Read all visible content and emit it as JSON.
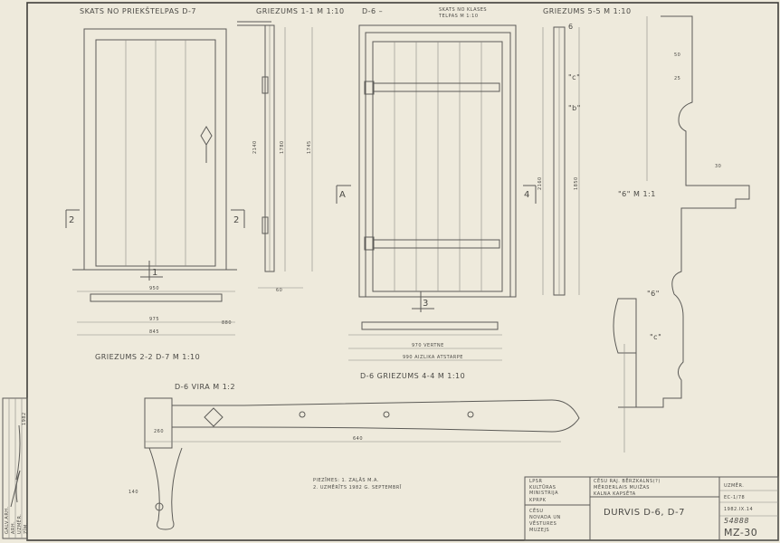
{
  "titles": {
    "view_d7": "SKATS NO PRIEKŠTELPAS D-7",
    "section_1_1": "GRIEZUMS 1-1 M 1:10",
    "d6_prefix": "D-6 –",
    "view_d6_line1": "SKATS NO KLASES",
    "view_d6_line2": "TELPAS M 1:10",
    "section_5_5": "GRIEZUMS 5-5 M 1:10",
    "section_2_2": "GRIEZUMS 2-2 D-7 M 1:10",
    "section_4_4": "D-6 GRIEZUMS 4-4 M 1:10",
    "hinge": "D-6 VIRA M 1:2",
    "detail_6": "\"6\" M 1:1"
  },
  "markers": {
    "m1": "1",
    "m2": "2",
    "m3": "3",
    "m4": "4",
    "mA": "A",
    "m6": "6",
    "mb": "\"b\"",
    "mc": "\"c\"",
    "m6b": "\"6\""
  },
  "dimensions": {
    "d_2140": "2140",
    "d_1780": "1780",
    "d_1745": "1745",
    "d_975": "975",
    "d_950": "950",
    "d_845": "845",
    "d_2160": "2160",
    "d_1850": "1850",
    "d_60": "60",
    "d_880": "880",
    "d_640": "640",
    "d_260": "260",
    "d_140": "140",
    "d_50": "50",
    "d_25": "25",
    "d_30": "30",
    "d_970": "970 VERTNE",
    "d_990": "990 AIZLIKA ATSTARPE"
  },
  "notes": {
    "line1": "PIEZĪMES: 1. ZAĻĀS M.A.",
    "line2": "2. UZMĒRĪTS 1982 G. SEPTEMBRĪ"
  },
  "title_block": {
    "org_line1": "LPSR",
    "org_line2": "KULTŪRAS",
    "org_line3": "MINISTRIJA",
    "org_line4": "KPRPK",
    "object_line1": "CĒSU RAJ. BĒRZKALNS(?)",
    "object_line2": "MĒRDERLAIS MUIŽAS",
    "object_line3": "KALNA KAPSĒTA",
    "client_line1": "CĒSU",
    "client_line2": "NOVADA UN",
    "client_line3": "VĒSTURES",
    "client_line4": "MUZEJS",
    "drawing_title": "DURVIS D-6, D-7",
    "measured": "UZMĒR.",
    "code": "EC-1/78",
    "date": "1982.IX.14",
    "inventory": "54888",
    "sheet": "MZ-30"
  },
  "signatures": {
    "roles": [
      "GALV.ARH.",
      "ARH.",
      "UZMĒR.",
      "ZĪM."
    ],
    "date": "1982"
  }
}
